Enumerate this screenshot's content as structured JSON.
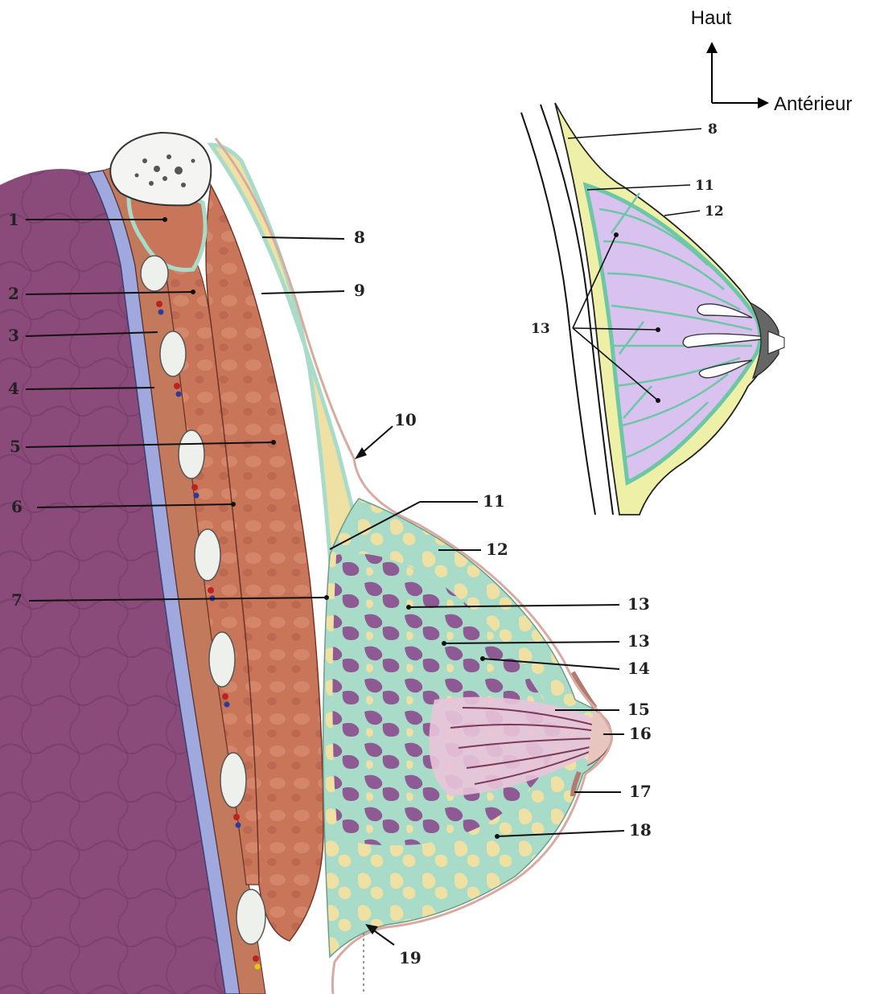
{
  "orientation": {
    "up_label": "Haut",
    "anterior_label": "Antérieur"
  },
  "main_view_numbers": {
    "n1": "1",
    "n2": "2",
    "n3": "3",
    "n4": "4",
    "n5": "5",
    "n6": "6",
    "n7": "7",
    "n8": "8",
    "n9": "9",
    "n10": "10",
    "n11": "11",
    "n12": "12",
    "n13a": "13",
    "n13b": "13",
    "n14": "14",
    "n15": "15",
    "n16": "16",
    "n17": "17",
    "n18": "18",
    "n19": "19"
  },
  "inset_view_numbers": {
    "n8": "8",
    "n11": "11",
    "n12": "12",
    "n13": "13"
  },
  "colors": {
    "chest_wall": "#8a4a7a",
    "pleura": "#9fa9de",
    "muscle": "#c8755a",
    "fascia": "#a9dcc8",
    "fat": "#efe0a4",
    "gland": "#8d5a94",
    "inset_gland": "#d9c2ef",
    "inset_septa": "#6dc7a5",
    "skin": "#e7c6bf"
  }
}
